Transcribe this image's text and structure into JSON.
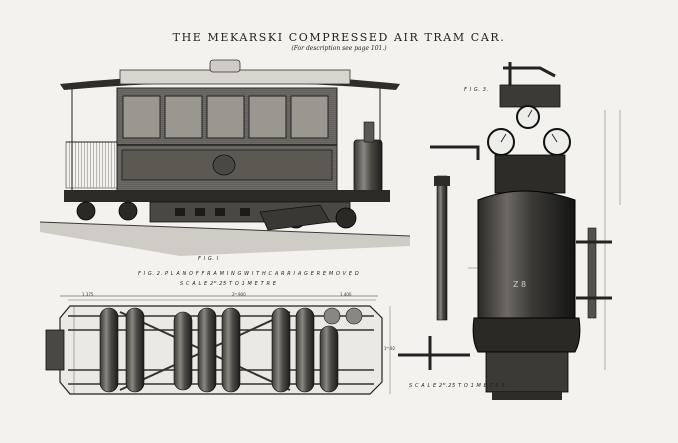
{
  "plate": {
    "title": "THE MEKARSKI COMPRESSED AIR TRAM CAR.",
    "subtitle": "(For description see page 101.)"
  },
  "figures": {
    "fig1": {
      "label": "F I G. I"
    },
    "fig2": {
      "caption": "F I G. 2.  P L A N   O F   F R A M I N G   W I T H   C A R R I A G E   R E M O V E D",
      "scale": "S C A L E  2ᴹ.25  T O  1  M E T R E",
      "dimensions": [
        "1.375",
        "2ᴹ.900",
        "1.400",
        "1ᴹ.92"
      ]
    },
    "fig3": {
      "label": "F I G. 3.",
      "scale": "S C A L E  2ᴹ.25  T O  1  M E T R E",
      "tank_marking": "Z  8"
    }
  },
  "colors": {
    "paper": "#f4f2ee",
    "ink": "#1e1e1e",
    "shade": "#55524c"
  }
}
